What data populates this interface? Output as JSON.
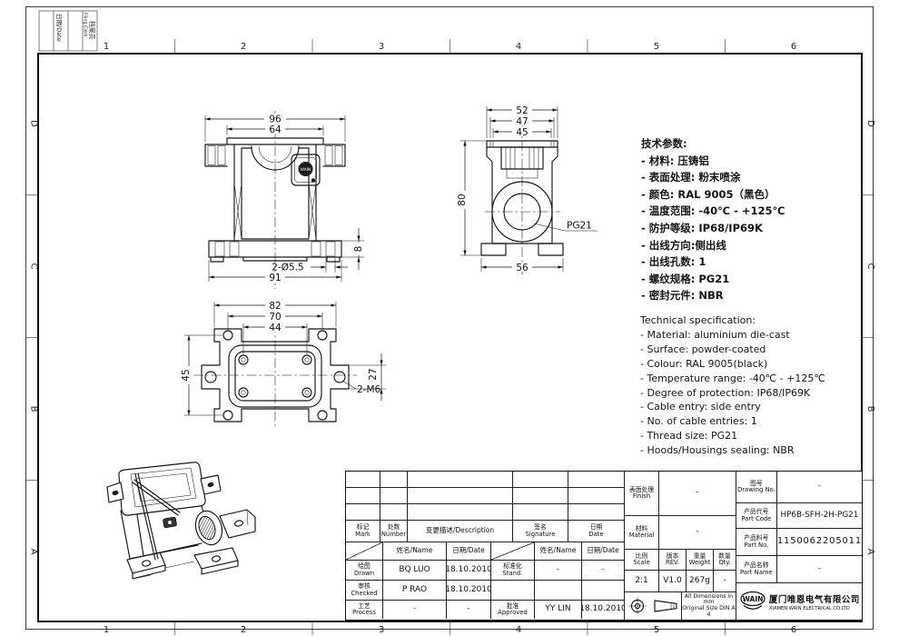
{
  "sheet": {
    "zones_top": [
      "1",
      "2",
      "3",
      "4",
      "5",
      "6"
    ],
    "zones_bottom": [
      "1",
      "2",
      "3",
      "4",
      "5",
      "6"
    ],
    "zones_left": [
      "D",
      "C",
      "B",
      "A"
    ],
    "zones_right": [
      "D",
      "C",
      "B",
      "A"
    ],
    "corner": {
      "date_label": "日期/Date",
      "clerk_cn": "档案员",
      "clerk_en": "Filing Clerk"
    }
  },
  "specs_cn": {
    "title": "技术参数:",
    "items": [
      "- 材料: 压铸铝",
      "- 表面处理: 粉末喷涂",
      "- 颜色: RAL 9005（黑色）",
      "- 温度范围: -40℃ - +125℃",
      "- 防护等级: IP68/IP69K",
      "- 出线方向:侧出线",
      "- 出线孔数: 1",
      "- 螺纹规格: PG21",
      "- 密封元件: NBR"
    ]
  },
  "specs_en": {
    "title": "Technical specification:",
    "items": [
      "- Material: aluminium die-cast",
      "- Surface: powder-coated",
      "- Colour: RAL 9005(black)",
      "- Temperature range: -40℃ - +125℃",
      "- Degree of protection: IP68/IP69K",
      "- Cable entry: side entry",
      "- No. of cable entries: 1",
      "- Thread size: PG21",
      "- Hoods/Housings sealing: NBR"
    ]
  },
  "views": {
    "front": {
      "dim_96": "96",
      "dim_64": "64",
      "dim_holes": "2-Ø5.5",
      "dim_91": "91",
      "dim_8": "8",
      "badge": "WAIN"
    },
    "side": {
      "dim_52": "52",
      "dim_47": "47",
      "dim_45": "45",
      "dim_80": "80",
      "dim_56": "56",
      "thread": "PG21"
    },
    "bottom": {
      "dim_82": "82",
      "dim_70": "70",
      "dim_44": "44",
      "dim_45": "45",
      "dim_27": "27",
      "thread": "2-M6"
    }
  },
  "title_block": {
    "rev": {
      "mark": "标记\nMark",
      "number": "处数\nNumber",
      "description": "变更描述/Description",
      "signature": "签名\nSignature",
      "date": "日期\nDate"
    },
    "people": {
      "name_label": "姓名/Name",
      "date_label": "日期/Date",
      "drawn_label": "绘图\nDrawn",
      "drawn_name": "BQ LUO",
      "drawn_date": "18.10.2010",
      "checked_label": "审核\nChecked",
      "checked_name": "P RAO",
      "checked_date": "18.10.2010",
      "process_label": "工艺\nProcess",
      "process_name": "-",
      "process_date": "-",
      "stand_label": "标准化\nStand.",
      "stand_name": "-",
      "stand_date": "-",
      "approved_label": "批准\nApproved",
      "approved_name": "YY LIN",
      "approved_date": "18.10.2010"
    },
    "middle": {
      "finish_label": "表面处理\nFinish",
      "finish_value": "-",
      "material_label": "材料\nMaterial",
      "material_value": "-",
      "scale_label": "比例\nScale",
      "scale_value": "2:1",
      "rev_label": "版本\nREV.",
      "rev_value": "V1.0",
      "weight_label": "重量\nWeight",
      "weight_value": "267g",
      "qty_label": "数量\nQty.",
      "qty_value": "-",
      "note": "All Dimensions in mm\nOriginal Size DIN A 4"
    },
    "right": {
      "drawing_no_label": "图号\nDrawing No.",
      "drawing_no_value": "-",
      "part_code_label": "产品代号\nPart Code",
      "part_code_value": "HP6B-SFH-2H-PG21",
      "part_no_label": "产品料号\nPart No.",
      "part_no_value": "1150062205011",
      "part_name_label": "产品名称\nPart Name",
      "part_name_value": "-",
      "logo": "WAIN",
      "company_cn": "厦门唯恩电气有限公司",
      "company_en": "XIAMEN WAIN ELECTRICAL CO.LTD"
    }
  }
}
